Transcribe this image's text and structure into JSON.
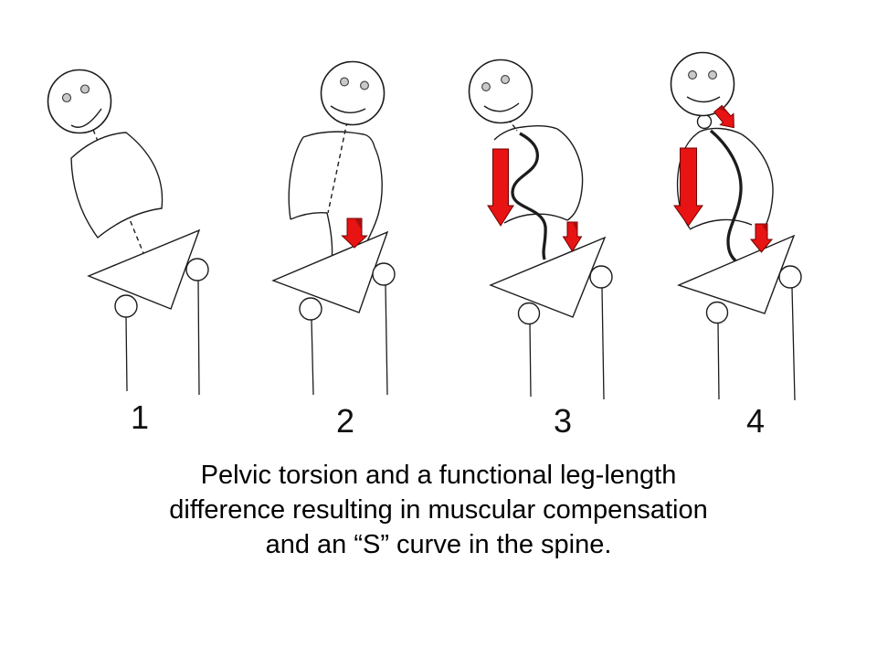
{
  "slide": {
    "background_color": "#ffffff",
    "figures": [
      {
        "label": "1"
      },
      {
        "label": "2"
      },
      {
        "label": "3"
      },
      {
        "label": "4"
      }
    ],
    "caption": {
      "lines": [
        "Pelvic torsion and a functional leg-length",
        "difference resulting in muscular compensation",
        "and an “S” curve in the spine."
      ]
    },
    "colors": {
      "arrow_red": "#e81313",
      "arrow_red_dark": "#a60f0f",
      "eye_fill": "#c9c9c9"
    },
    "icons": {
      "figure": "stick-person-icon",
      "arrow": "red-down-arrow-icon"
    }
  }
}
